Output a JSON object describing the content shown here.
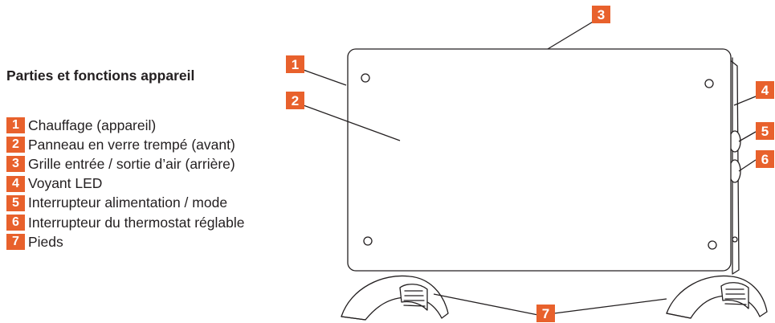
{
  "heading": "Parties et fonctions appareil",
  "parts": [
    {
      "number": "1",
      "label": "Chauffage (appareil)"
    },
    {
      "number": "2",
      "label": "Panneau en verre trempé (avant)"
    },
    {
      "number": "3",
      "label": "Grille entrée / sortie d’air (arrière)"
    },
    {
      "number": "4",
      "label": "Voyant LED"
    },
    {
      "number": "5",
      "label": "Interrupteur alimentation / mode"
    },
    {
      "number": "6",
      "label": "Interrupteur du thermostat réglable"
    },
    {
      "number": "7",
      "label": "Pieds"
    }
  ],
  "callouts": {
    "c1": "1",
    "c2": "2",
    "c3": "3",
    "c4": "4",
    "c5": "5",
    "c6": "6",
    "c7": "7"
  },
  "colors": {
    "accent": "#e8612c",
    "outline": "#231f20"
  }
}
